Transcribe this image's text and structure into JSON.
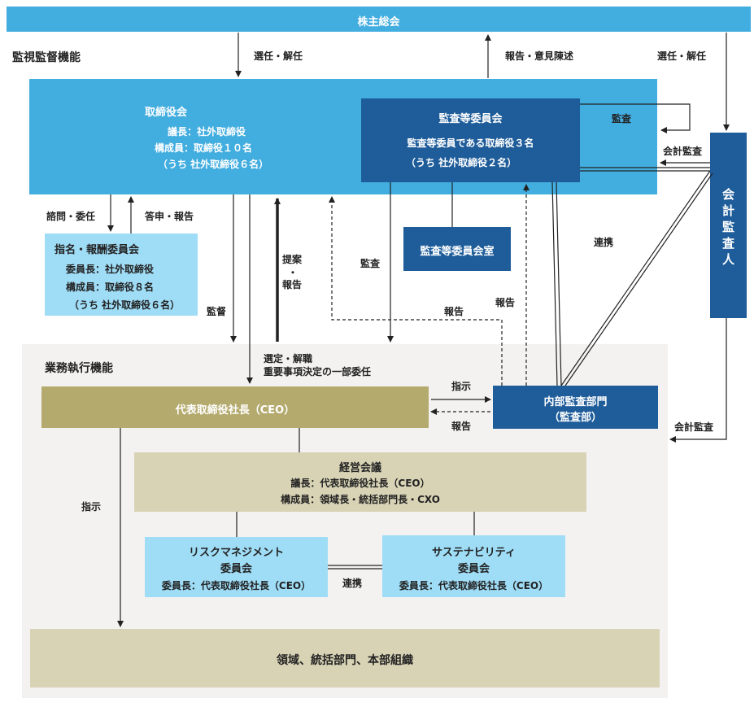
{
  "colors": {
    "top_bar": "#42addf",
    "board": "#42addf",
    "audit_committee": "#1f5d9a",
    "nomination": "#9fdcf6",
    "exec_area": "#f3f2f0",
    "ceo": "#b4aa6e",
    "mgmt": "#d8d3b5",
    "risk": "#9fdcf6",
    "domains": "#d8d3b5"
  },
  "top_bar": {
    "label": "株主総会"
  },
  "section_supervision": {
    "label": "監視監督機能"
  },
  "section_execution": {
    "label": "業務執行機能"
  },
  "board": {
    "title": "取締役会",
    "line1": "議長：社外取締役",
    "line2": "構成員：取締役１０名",
    "line3": "（うち 社外取締役６名）"
  },
  "audit_committee": {
    "title": "監査等委員会",
    "line1": "監査等委員である取締役３名",
    "line2": "（うち 社外取締役２名）"
  },
  "audit_office": {
    "label": "監査等委員会室"
  },
  "auditor": {
    "label": "会計監査人"
  },
  "nomination": {
    "title": "指名・報酬委員会",
    "line1": "委員長：社外取締役",
    "line2": "構成員：取締役８名",
    "line3": "（うち 社外取締役６名）"
  },
  "ceo": {
    "label": "代表取締役社長（CEO）"
  },
  "internal_audit": {
    "line1": "内部監査部門",
    "line2": "（監査部）"
  },
  "management": {
    "title": "経営会議",
    "line1": "議長：代表取締役社長（CEO）",
    "line2": "構成員：領域長・統括部門長・CXO"
  },
  "risk": {
    "line1": "リスクマネジメント",
    "line2": "委員会",
    "line3": "委員長：代表取締役社長（CEO）"
  },
  "sustainability": {
    "line1": "サステナビリティ",
    "line2": "委員会",
    "line3": "委員長：代表取締役社長（CEO）"
  },
  "domains": {
    "label": "領域、統括部門、本部組織"
  },
  "labels": {
    "elect1": "選任・解任",
    "report_opinion": "報告・意見陳述",
    "elect2": "選任・解任",
    "audit1": "監査",
    "accounting_audit1": "会計監査",
    "consult": "諮問・委任",
    "answer": "答申・報告",
    "propose": "提案",
    "dot": "・",
    "report_v": "報告",
    "audit2": "監査",
    "cooperation1": "連携",
    "report1": "報告",
    "report2": "報告",
    "supervise": "監督",
    "appoint": "選定・解職",
    "delegate": "重要事項決定の一部委任",
    "instruct1": "指示",
    "report3": "報告",
    "accounting_audit2": "会計監査",
    "instruct2": "指示",
    "cooperation2": "連携"
  }
}
